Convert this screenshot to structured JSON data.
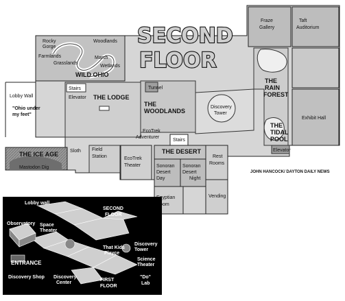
{
  "map": {
    "title_line1": "SECOND",
    "title_line2": "FLOOR",
    "credit": "JOHN HANCOCK/ DAYTON DAILY NEWS",
    "main_labels": {
      "wild_ohio": "WILD OHIO",
      "the_lodge": "THE LODGE",
      "the_woodlands_1": "THE",
      "the_woodlands_2": "WOODLANDS",
      "the_ice_age": "THE ICE AGE",
      "the_desert": "THE DESERT",
      "the_rain_1": "THE",
      "the_rain_2": "RAIN",
      "the_rain_3": "FOREST",
      "the_tidal_1": "THE",
      "the_tidal_2": "TIDAL",
      "the_tidal_3": "POOL"
    },
    "wild_ohio_labels": {
      "rocky_gorge_1": "Rocky",
      "rocky_gorge_2": "Gorge",
      "woodlands": "Woodlands",
      "farmlands": "Farmlands",
      "grasslands": "Grasslands",
      "marsh": "Marsh",
      "wetlands": "Wetlands"
    },
    "rooms": {
      "fraze_1": "Fraze",
      "fraze_2": "Gallery",
      "taft_1": "Taft",
      "taft_2": "Auditorium",
      "exhibit_hall": "Exhibit Hall",
      "discovery_tower_1": "Discovery",
      "discovery_tower_2": "Tower",
      "tunnel": "Tunnel",
      "ecotrek_adv_1": "EcoTrek",
      "ecotrek_adv_2": "Adventurer",
      "ecotrek_theater_1": "EcoTrek",
      "ecotrek_theater_2": "Theater",
      "sloth": "Sloth",
      "field_1": "Field",
      "field_2": "Station",
      "mastodon": "Mastodon Dig",
      "sonoran_day_1": "Sonoran",
      "sonoran_day_2": "Desert",
      "sonoran_day_3": "Day",
      "sonoran_night_1": "Sonoran",
      "sonoran_night_2": "Desert",
      "sonoran_night_3": "Night",
      "rest_1": "Rest",
      "rest_2": "Rooms",
      "egyptian_1": "Egyptian",
      "egyptian_2": "Room",
      "vending": "Vending",
      "stairs_top": "Stairs",
      "stairs_mid": "Stairs",
      "elevator_left": "Elevator",
      "elevator_right": "Elevator",
      "lobby_wall": "Lobby Wall",
      "ohio_quote_1": "\"Ohio under",
      "ohio_quote_2": "my feet\""
    },
    "inset": {
      "lobby_wall": "Lobby wall",
      "second_1": "SECOND",
      "second_2": "FLOOR",
      "observatory": "Observatory",
      "space_1": "Space",
      "space_2": "Theater",
      "that_kids_1": "That Kids",
      "that_kids_2": "Playce",
      "discovery_tower_1": "Discovery",
      "discovery_tower_2": "Tower",
      "entrance": "ENTRANCE",
      "science_1": "Science",
      "science_2": "Theater",
      "discovery_shop": "Discovery Shop",
      "discovery_center_1": "Discovery",
      "discovery_center_2": "Center",
      "first_1": "FIRST",
      "first_2": "FLOOR",
      "do_lab_1": "\"Do\"",
      "do_lab_2": "Lab"
    }
  }
}
